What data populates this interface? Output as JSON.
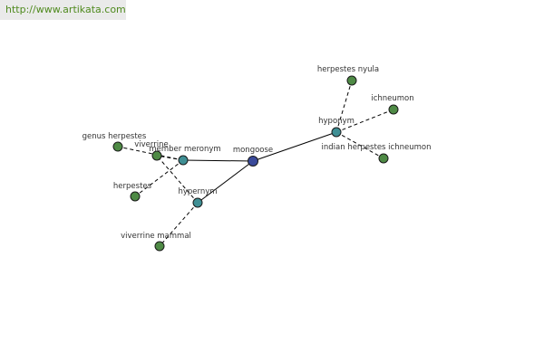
{
  "header": {
    "url_text": "http://www.artikata.com"
  },
  "colors": {
    "root": "#3a4a9a",
    "relation": "#3f8f94",
    "term": "#4e8a45",
    "url": "#4f8a1e"
  },
  "graph": {
    "nodes": [
      {
        "id": "mongoose",
        "label": "mongoose",
        "kind": "root"
      },
      {
        "id": "hyponym",
        "label": "hyponym",
        "kind": "relation"
      },
      {
        "id": "hypernym",
        "label": "hypernym",
        "kind": "relation"
      },
      {
        "id": "member_meronym",
        "label": "member meronym",
        "kind": "relation"
      },
      {
        "id": "herpestes_nyula",
        "label": "herpestes nyula",
        "kind": "term"
      },
      {
        "id": "ichneumon",
        "label": "ichneumon",
        "kind": "term"
      },
      {
        "id": "indian_herpestes_ichneumon",
        "label": "indian herpestes ichneumon",
        "kind": "term"
      },
      {
        "id": "genus_herpestes",
        "label": "genus herpestes",
        "kind": "term"
      },
      {
        "id": "viverrine",
        "label": "viverrine",
        "kind": "term"
      },
      {
        "id": "herpestes",
        "label": "herpestes",
        "kind": "term"
      },
      {
        "id": "viverrine_mammal",
        "label": "viverrine mammal",
        "kind": "term"
      }
    ],
    "edges": [
      {
        "from": "mongoose",
        "to": "hyponym",
        "style": "solid"
      },
      {
        "from": "mongoose",
        "to": "hypernym",
        "style": "solid"
      },
      {
        "from": "mongoose",
        "to": "member_meronym",
        "style": "solid"
      },
      {
        "from": "hyponym",
        "to": "herpestes_nyula",
        "style": "dashed"
      },
      {
        "from": "hyponym",
        "to": "ichneumon",
        "style": "dashed"
      },
      {
        "from": "hyponym",
        "to": "indian_herpestes_ichneumon",
        "style": "dashed"
      },
      {
        "from": "member_meronym",
        "to": "genus_herpestes",
        "style": "dashed"
      },
      {
        "from": "member_meronym",
        "to": "viverrine",
        "style": "dashed"
      },
      {
        "from": "member_meronym",
        "to": "herpestes",
        "style": "dashed"
      },
      {
        "from": "hypernym",
        "to": "viverrine_mammal",
        "style": "dashed"
      },
      {
        "from": "hypernym",
        "to": "viverrine",
        "style": "dashed"
      }
    ]
  }
}
